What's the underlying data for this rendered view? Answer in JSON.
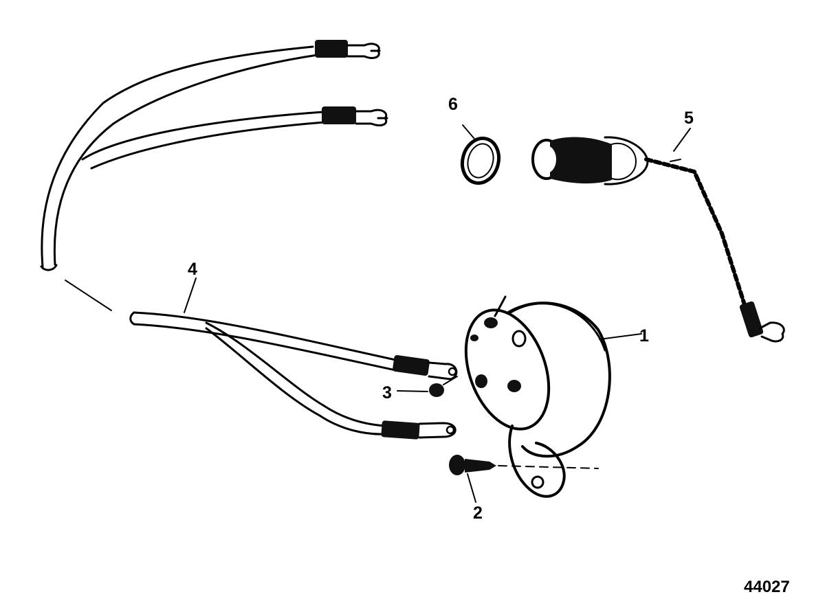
{
  "callouts": [
    {
      "id": "1",
      "label": "1",
      "part": "horn-body"
    },
    {
      "id": "2",
      "label": "2",
      "part": "mounting-screw"
    },
    {
      "id": "3",
      "label": "3",
      "part": "terminal-nut"
    },
    {
      "id": "4",
      "label": "4",
      "part": "wire-harness"
    },
    {
      "id": "5",
      "label": "5",
      "part": "plug-with-twisted-lead"
    },
    {
      "id": "6",
      "label": "6",
      "part": "retaining-ring"
    }
  ],
  "figure_number": "44027"
}
